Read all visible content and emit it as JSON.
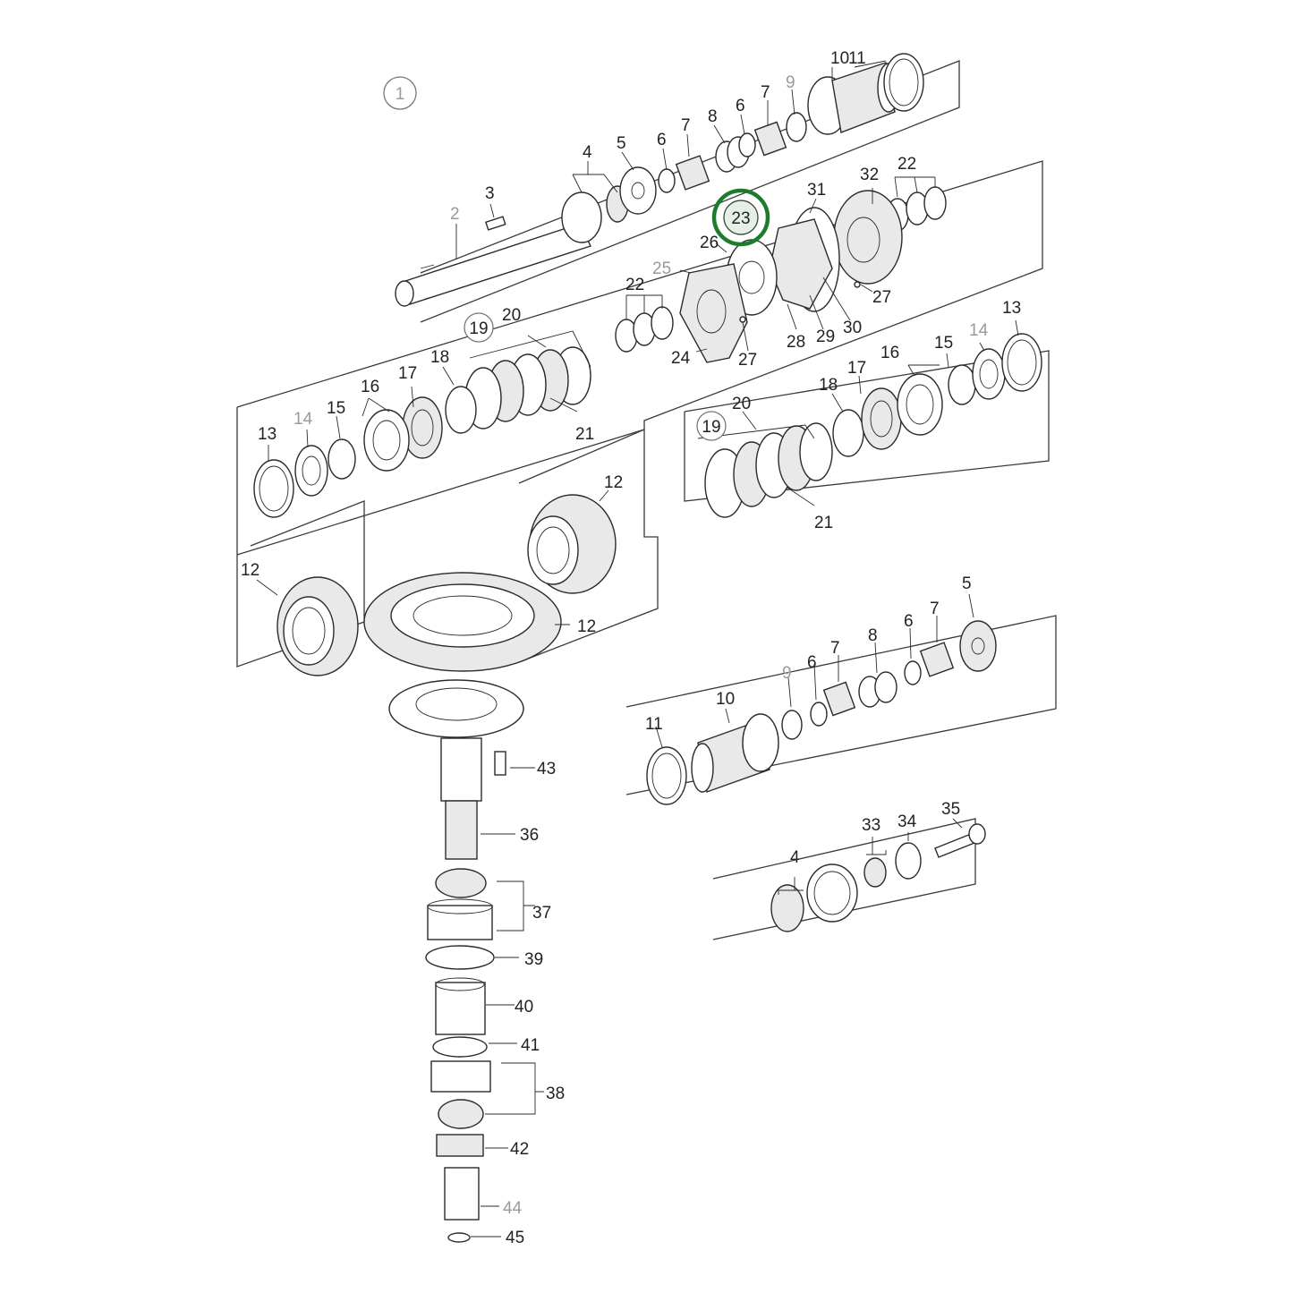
{
  "diagram": {
    "view_number": "1",
    "highlight": {
      "label": "23",
      "color": "#1f7a2c"
    },
    "callouts_upper": [
      "10",
      "11",
      "9",
      "7",
      "6",
      "8",
      "7",
      "6",
      "5",
      "4",
      "3",
      "2",
      "31",
      "32",
      "22",
      "26",
      "25",
      "22",
      "28",
      "29",
      "30",
      "27",
      "27",
      "24",
      "20",
      "19",
      "16",
      "17",
      "18",
      "15",
      "14",
      "13",
      "21"
    ],
    "callouts_mid": [
      "13",
      "14",
      "15",
      "16",
      "17",
      "18",
      "20",
      "19",
      "21",
      "12",
      "12",
      "12"
    ],
    "callouts_lower": [
      "5",
      "7",
      "6",
      "8",
      "7",
      "6",
      "9",
      "10",
      "11",
      "43",
      "36",
      "37",
      "39",
      "40",
      "41",
      "38",
      "42",
      "44",
      "45",
      "33",
      "34",
      "35",
      "4"
    ]
  }
}
